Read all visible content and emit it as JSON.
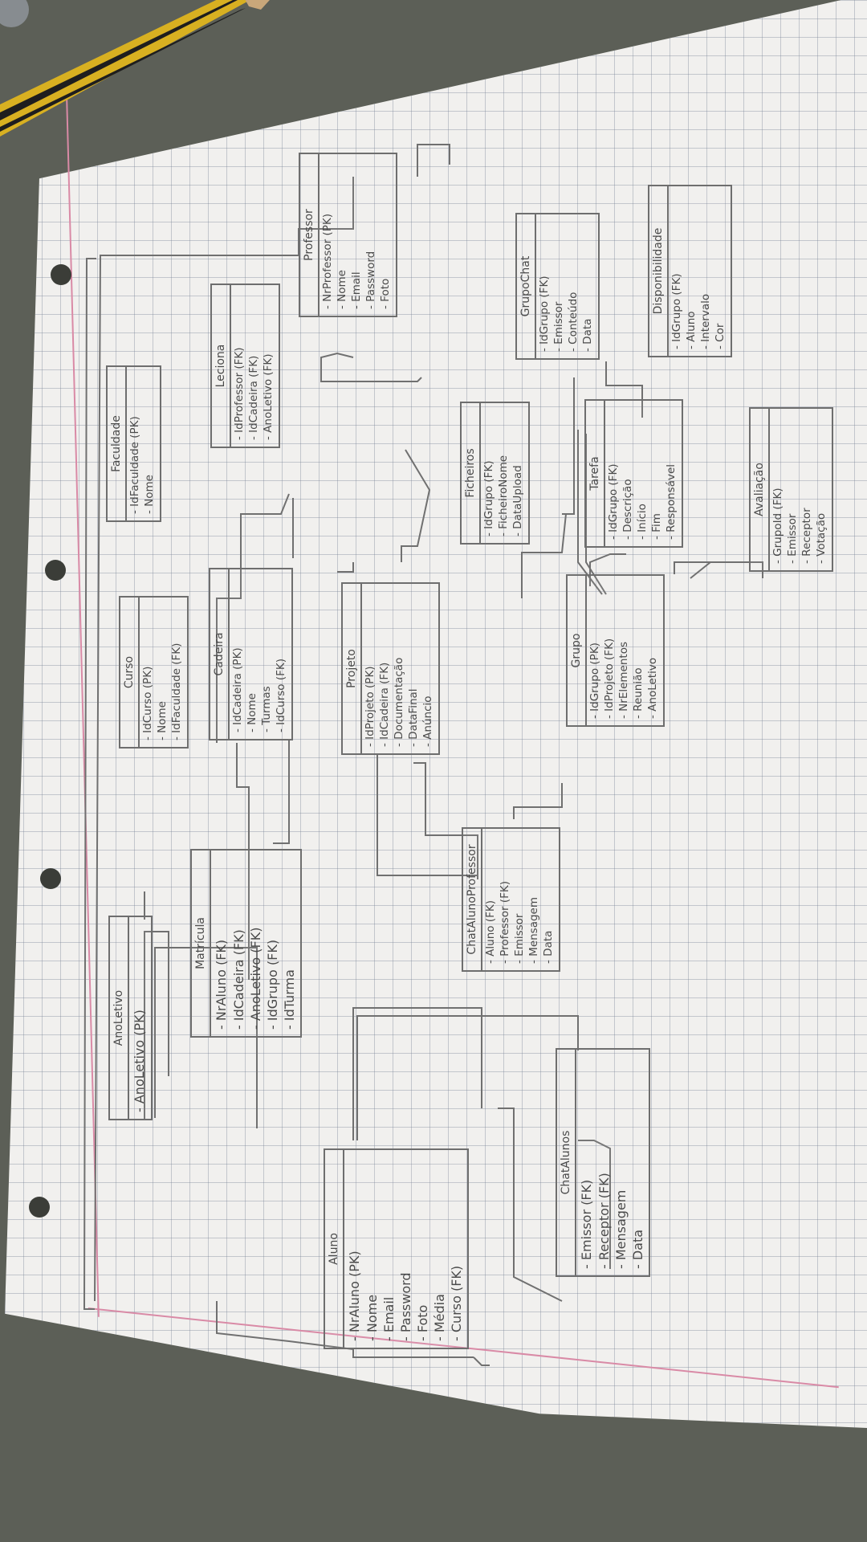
{
  "entities": {
    "anoletivo": {
      "title": "AnoLetivo",
      "fields": [
        "AnoLetivo (PK)"
      ]
    },
    "aluno": {
      "title": "Aluno",
      "fields": [
        "NrAluno (PK)",
        "Nome",
        "Email",
        "Password",
        "Foto",
        "Média",
        "Curso (FK)"
      ]
    },
    "chatalunos": {
      "title": "ChatAlunos",
      "fields": [
        "Emissor (FK)",
        "Receptor (FK)",
        "Mensagem",
        "Data"
      ]
    },
    "matricula": {
      "title": "Matrícula",
      "fields": [
        "NrAluno (FK)",
        "IdCadeira (FK)",
        "AnoLetivo (FK)",
        "IdGrupo (FK)",
        "IdTurma"
      ]
    },
    "chatalunoprof": {
      "title": "ChatAlunoProfessor",
      "fields": [
        "Aluno (FK)",
        "Professor (FK)",
        "Emissor",
        "Mensagem",
        "Data"
      ]
    },
    "curso": {
      "title": "Curso",
      "fields": [
        "IdCurso (PK)",
        "Nome",
        "IdFaculdade (FK)"
      ]
    },
    "cadeira": {
      "title": "Cadeira",
      "fields": [
        "IdCadeira (PK)",
        "Nome",
        "Turmas",
        "IdCurso (FK)"
      ]
    },
    "projeto": {
      "title": "Projeto",
      "fields": [
        "IdProjeto (PK)",
        "IdCadeira (FK)",
        "Documentação",
        "DataFinal",
        "Anúncio"
      ]
    },
    "grupo": {
      "title": "Grupo",
      "fields": [
        "IdGrupo (PK)",
        "IdProjeto (FK)",
        "NrElementos",
        "Reunião",
        "AnoLetivo"
      ]
    },
    "faculdade": {
      "title": "Faculdade",
      "fields": [
        "IdFaculdade (PK)",
        "Nome"
      ]
    },
    "leciona": {
      "title": "Leciona",
      "fields": [
        "IdProfessor (FK)",
        "IdCadeira (FK)",
        "AnoLetivo (FK)"
      ]
    },
    "professor": {
      "title": "Professor",
      "fields": [
        "NrProfessor (PK)",
        "Nome",
        "Email",
        "Password",
        "Foto"
      ]
    },
    "ficheiros": {
      "title": "Ficheiros",
      "fields": [
        "IdGrupo (FK)",
        "FicheiroNome",
        "DataUpload"
      ]
    },
    "tarefa": {
      "title": "Tarefa",
      "fields": [
        "IdGrupo (FK)",
        "Descrição",
        "Início",
        "Fim",
        "Responsável"
      ]
    },
    "grupochat": {
      "title": "GrupoChat",
      "fields": [
        "IdGrupo (FK)",
        "Emissor",
        "Conteúdo",
        "Data"
      ]
    },
    "disponibilidade": {
      "title": "Disponibilidade",
      "fields": [
        "IdGrupo (FK)",
        "Aluno",
        "Intervalo",
        "Cor"
      ]
    },
    "avaliacao": {
      "title": "Avaliação",
      "fields": [
        "GrupoId (FK)",
        "Emissor",
        "Receptor",
        "Votação"
      ]
    }
  },
  "colors": {
    "paper": "#f1f0ee",
    "grid": "#8a92a0",
    "ink": "#6e6e6e",
    "desk": "#5c5f57",
    "margin": "#d98aa6"
  }
}
